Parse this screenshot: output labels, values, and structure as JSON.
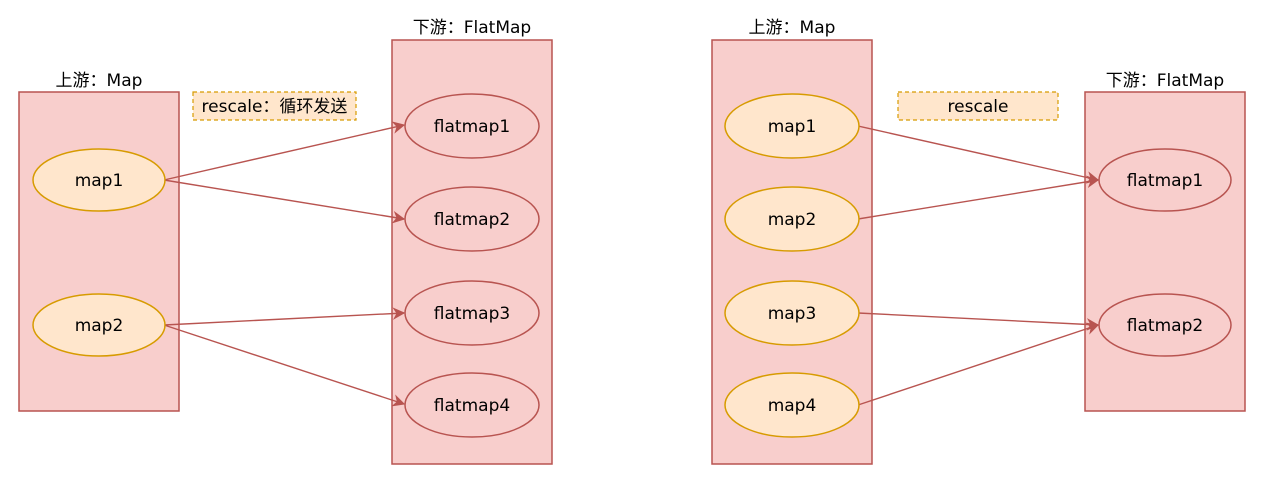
{
  "colors": {
    "box_fill": "#f8cecc",
    "box_stroke": "#b85450",
    "source_fill": "#ffe6cc",
    "source_stroke": "#d79b00",
    "edge": "#b85450"
  },
  "left": {
    "upstream_title": "上游：Map",
    "downstream_title": "下游：FlatMap",
    "note": "rescale：循环发送",
    "upstream_nodes": [
      "map1",
      "map2"
    ],
    "downstream_nodes": [
      "flatmap1",
      "flatmap2",
      "flatmap3",
      "flatmap4"
    ],
    "edges": [
      [
        "map1",
        "flatmap1"
      ],
      [
        "map1",
        "flatmap2"
      ],
      [
        "map2",
        "flatmap3"
      ],
      [
        "map2",
        "flatmap4"
      ]
    ]
  },
  "right": {
    "upstream_title": "上游：Map",
    "downstream_title": "下游：FlatMap",
    "note": "rescale",
    "upstream_nodes": [
      "map1",
      "map2",
      "map3",
      "map4"
    ],
    "downstream_nodes": [
      "flatmap1",
      "flatmap2"
    ],
    "edges": [
      [
        "map1",
        "flatmap1"
      ],
      [
        "map2",
        "flatmap1"
      ],
      [
        "map3",
        "flatmap2"
      ],
      [
        "map4",
        "flatmap2"
      ]
    ]
  }
}
